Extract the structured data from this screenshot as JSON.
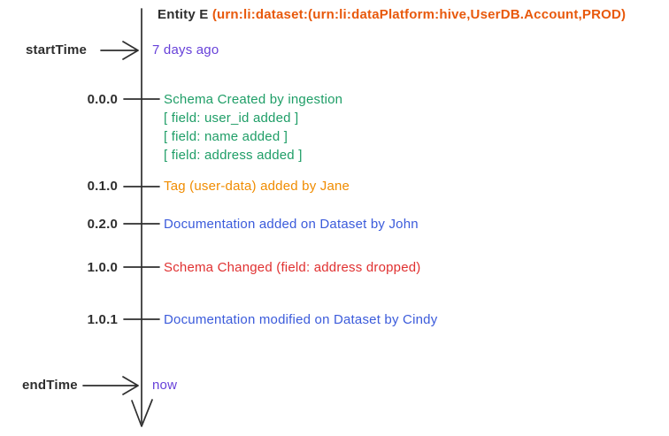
{
  "title": {
    "prefix": "Entity E ",
    "urn": "(urn:li:dataset:(urn:li:dataPlatform:hive,UserDB.Account,PROD)"
  },
  "markers": {
    "start": {
      "label": "startTime",
      "value": "7 days ago"
    },
    "end": {
      "label": "endTime",
      "value": "now"
    }
  },
  "events": [
    {
      "version": "0.0.0",
      "color": "#1f9e67",
      "lines": [
        "Schema Created by ingestion",
        "[ field: user_id added ]",
        "[ field: name added ]",
        "[ field: address added ]"
      ]
    },
    {
      "version": "0.1.0",
      "color": "#f08c00",
      "lines": [
        "Tag (user-data) added by Jane"
      ]
    },
    {
      "version": "0.2.0",
      "color": "#3b5bdb",
      "lines": [
        "Documentation added on Dataset by John"
      ]
    },
    {
      "version": "1.0.0",
      "color": "#e03131",
      "lines": [
        "Schema Changed (field: address dropped)"
      ]
    },
    {
      "version": "1.0.1",
      "color": "#3b5bdb",
      "lines": [
        "Documentation modified on Dataset by Cindy"
      ]
    }
  ],
  "colors": {
    "ink": "#2e2e2e",
    "urn": "#e8590c",
    "time": "#6741d9"
  }
}
